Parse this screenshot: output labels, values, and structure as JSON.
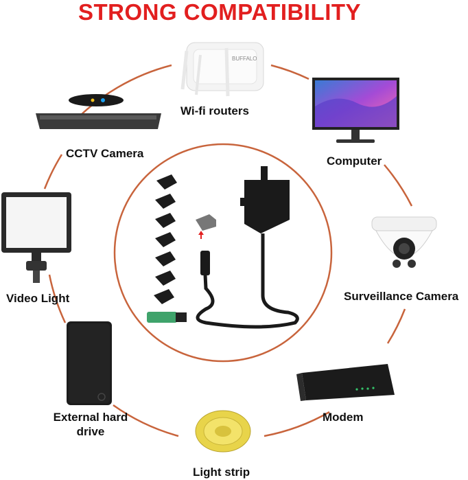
{
  "title": "STRONG COMPATIBILITY",
  "colors": {
    "title": "#e21f1f",
    "ring": "#c8643c"
  },
  "devices": {
    "wifi_routers": {
      "label": "Wi-fi routers",
      "icon": "router-icon"
    },
    "computer": {
      "label": "Computer",
      "icon": "monitor-icon"
    },
    "cctv_camera": {
      "label": "CCTV Camera",
      "icon": "set-top-box-icon"
    },
    "surveillance_camera": {
      "label": "Surveillance Camera",
      "icon": "dome-camera-icon"
    },
    "video_light": {
      "label": "Video Light",
      "icon": "led-panel-icon"
    },
    "external_hard_drive": {
      "label": "External hard drive",
      "icon": "hard-drive-icon"
    },
    "modem": {
      "label": "Modem",
      "icon": "modem-icon"
    },
    "light_strip": {
      "label": "Light strip",
      "icon": "led-strip-icon"
    }
  },
  "center": {
    "icon": "power-adapter-icon"
  }
}
